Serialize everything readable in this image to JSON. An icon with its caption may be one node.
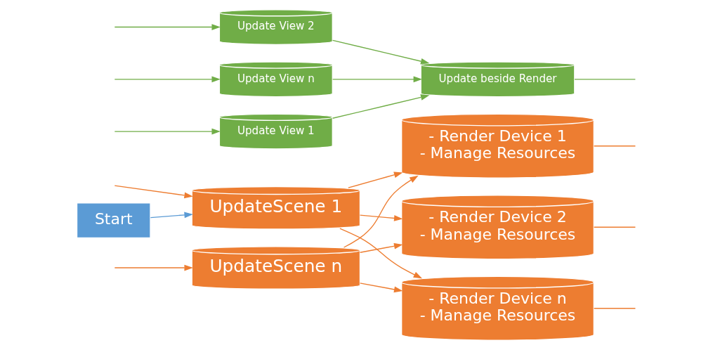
{
  "diagram": {
    "nodes": [
      {
        "text": [
          "Start"
        ]
      },
      {
        "text": [
          "Update View 1"
        ]
      },
      {
        "text": [
          "Update View 2"
        ]
      },
      {
        "text": [
          "Update View n"
        ]
      },
      {
        "text": [
          "UpdateScene 1"
        ]
      },
      {
        "text": [
          "UpdateScene n"
        ]
      },
      {
        "text": [
          "- Render Device 1 - Manage Resources"
        ]
      },
      {
        "text": [
          "- Render Device 2 - Manage Resources"
        ]
      },
      {
        "text": [
          "- Render Device n - Manage Resources"
        ]
      },
      {
        "text": [
          "Update beside Render"
        ]
      }
    ],
    "edges": [
      {
        "from": 0,
        "to": 4,
        "arrow": "to",
        "color": "#5b9bd5"
      },
      {
        "from": null,
        "to": 1,
        "arrow": "to",
        "color": "#70ad47"
      },
      {
        "from": null,
        "to": 2,
        "arrow": "to",
        "color": "#70ad47"
      },
      {
        "from": null,
        "to": 3,
        "arrow": "to",
        "color": "#70ad47"
      },
      {
        "from": null,
        "to": 4,
        "arrow": "to"
      },
      {
        "from": null,
        "to": 5,
        "arrow": "to"
      },
      {
        "from": 1,
        "to": 9,
        "arrow": "to",
        "color": "#70ad47"
      },
      {
        "from": 2,
        "to": 9,
        "arrow": "to",
        "color": "#70ad47"
      },
      {
        "from": 3,
        "to": 9,
        "arrow": "to",
        "color": "#70ad47"
      },
      {
        "from": 4,
        "to": 6,
        "arrow": "to"
      },
      {
        "from": 4,
        "to": 7,
        "arrow": "to"
      },
      {
        "from": 4,
        "to": 8,
        "arrow": "to"
      },
      {
        "from": 5,
        "to": 6,
        "arrow": "to"
      },
      {
        "from": 5,
        "to": 7,
        "arrow": "to"
      },
      {
        "from": 5,
        "to": 8,
        "arrow": "to"
      },
      {
        "from": 6,
        "to": null,
        "arrow": "none"
      },
      {
        "from": 7,
        "to": null,
        "arrow": "none"
      },
      {
        "from": 8,
        "to": null,
        "arrow": "none"
      },
      {
        "from": 9,
        "to": null,
        "arrow": "none",
        "color": "#70ad47"
      }
    ]
  }
}
